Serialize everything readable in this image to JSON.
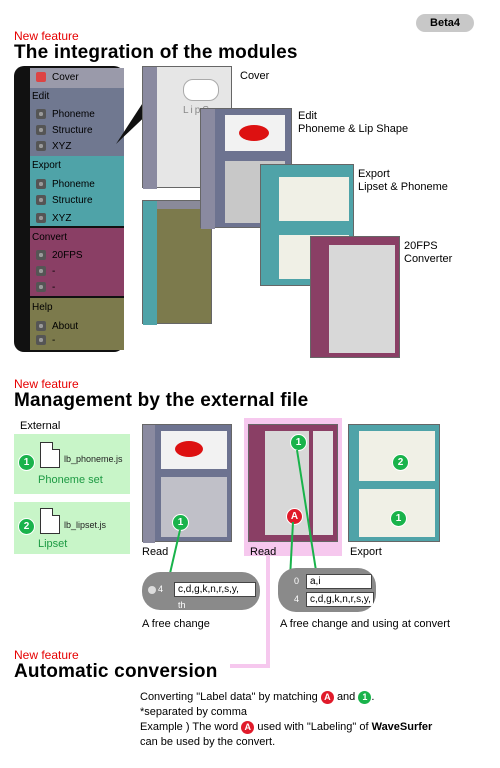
{
  "beta_label": "Beta4",
  "section1": {
    "tag": "New feature",
    "title": "The integration of the modules"
  },
  "menu": {
    "cover": "Cover",
    "edit_heading": "Edit",
    "edit_items": [
      "Phoneme",
      "Structure",
      "XYZ"
    ],
    "export_heading": "Export",
    "export_items": [
      "Phoneme",
      "Structure",
      "XYZ"
    ],
    "convert_heading": "Convert",
    "convert_items": [
      "20FPS",
      "-",
      "-"
    ],
    "help_heading": "Help",
    "help_items": [
      "About",
      "-"
    ],
    "colors": {
      "cover": "#9a9aaa",
      "edit": "#707890",
      "export": "#4fa3a8",
      "convert": "#8a3f65",
      "help": "#7c7a4c"
    }
  },
  "window_labels": {
    "cover": "Cover",
    "edit": [
      "Edit",
      "Phoneme & Lip Shape"
    ],
    "export": [
      "Export",
      "Lipset & Phoneme"
    ],
    "convert": [
      "20FPS",
      "Converter"
    ]
  },
  "cover_logo": "LipS",
  "section2": {
    "tag": "New feature",
    "title": "Management by the external file"
  },
  "external": {
    "heading": "External",
    "files": [
      {
        "num": "1",
        "file": "lb_phoneme.js",
        "caption": "Phoneme set"
      },
      {
        "num": "2",
        "file": "lb_lipset.js",
        "caption": "Lipset"
      }
    ]
  },
  "panels": {
    "read1": "Read",
    "read2": "Read",
    "export": "Export"
  },
  "markers": {
    "one": "1",
    "two": "2",
    "a": "A"
  },
  "zoom1": {
    "row_num": "4",
    "value": "c,d,g,k,n,r,s,y,",
    "below": "th",
    "caption": "A free change"
  },
  "zoom2": {
    "rows": [
      {
        "num": "0",
        "value": "a,i"
      },
      {
        "num": "4",
        "value": "c,d,g,k,n,r,s,y,"
      }
    ],
    "caption": "A free change and using at convert"
  },
  "section3": {
    "tag": "New feature",
    "title": "Automatic conversion"
  },
  "notes": {
    "line1_pre": "Converting \"Label data\" by matching",
    "line1_and": "and",
    "line1_end": ".",
    "line2": "*separated by comma",
    "line3_pre": "Example ) The word",
    "line3_mid": "used with \"Labeling\" of",
    "line3_bold": "WaveSurfer",
    "line4": "can be used by the convert."
  }
}
